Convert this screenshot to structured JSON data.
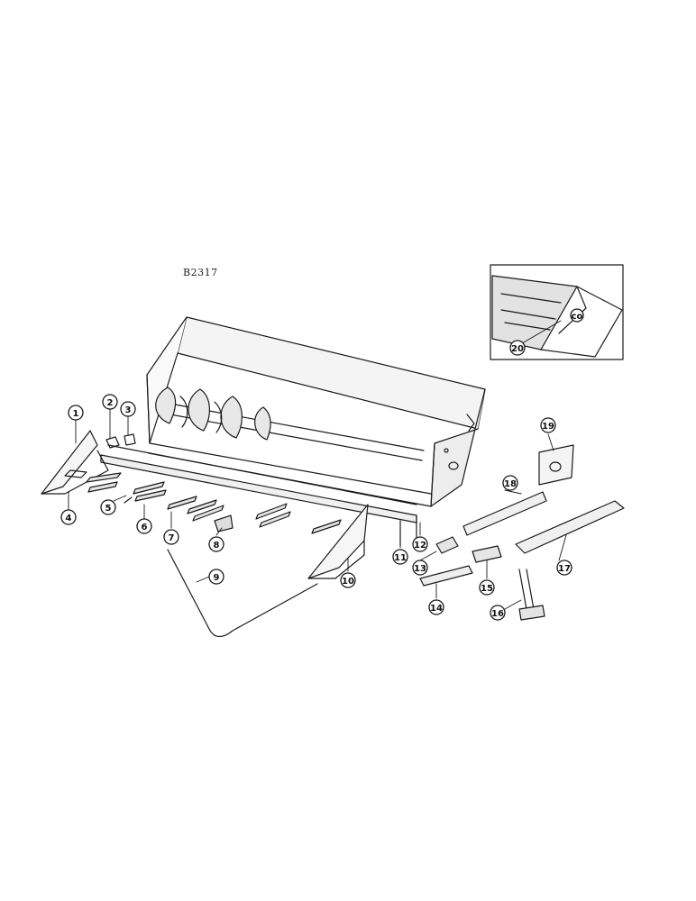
{
  "drawing_id": "B2317",
  "callouts": [
    "1",
    "2",
    "3",
    "4",
    "5",
    "6",
    "7",
    "8",
    "9",
    "10",
    "11",
    "12",
    "13",
    "14",
    "15",
    "16",
    "17",
    "18",
    "19",
    "20"
  ],
  "inset_mark": "co",
  "colors": {
    "ink": "#1a1a1a",
    "paper": "#ffffff",
    "shade": "#d8d8d8"
  }
}
